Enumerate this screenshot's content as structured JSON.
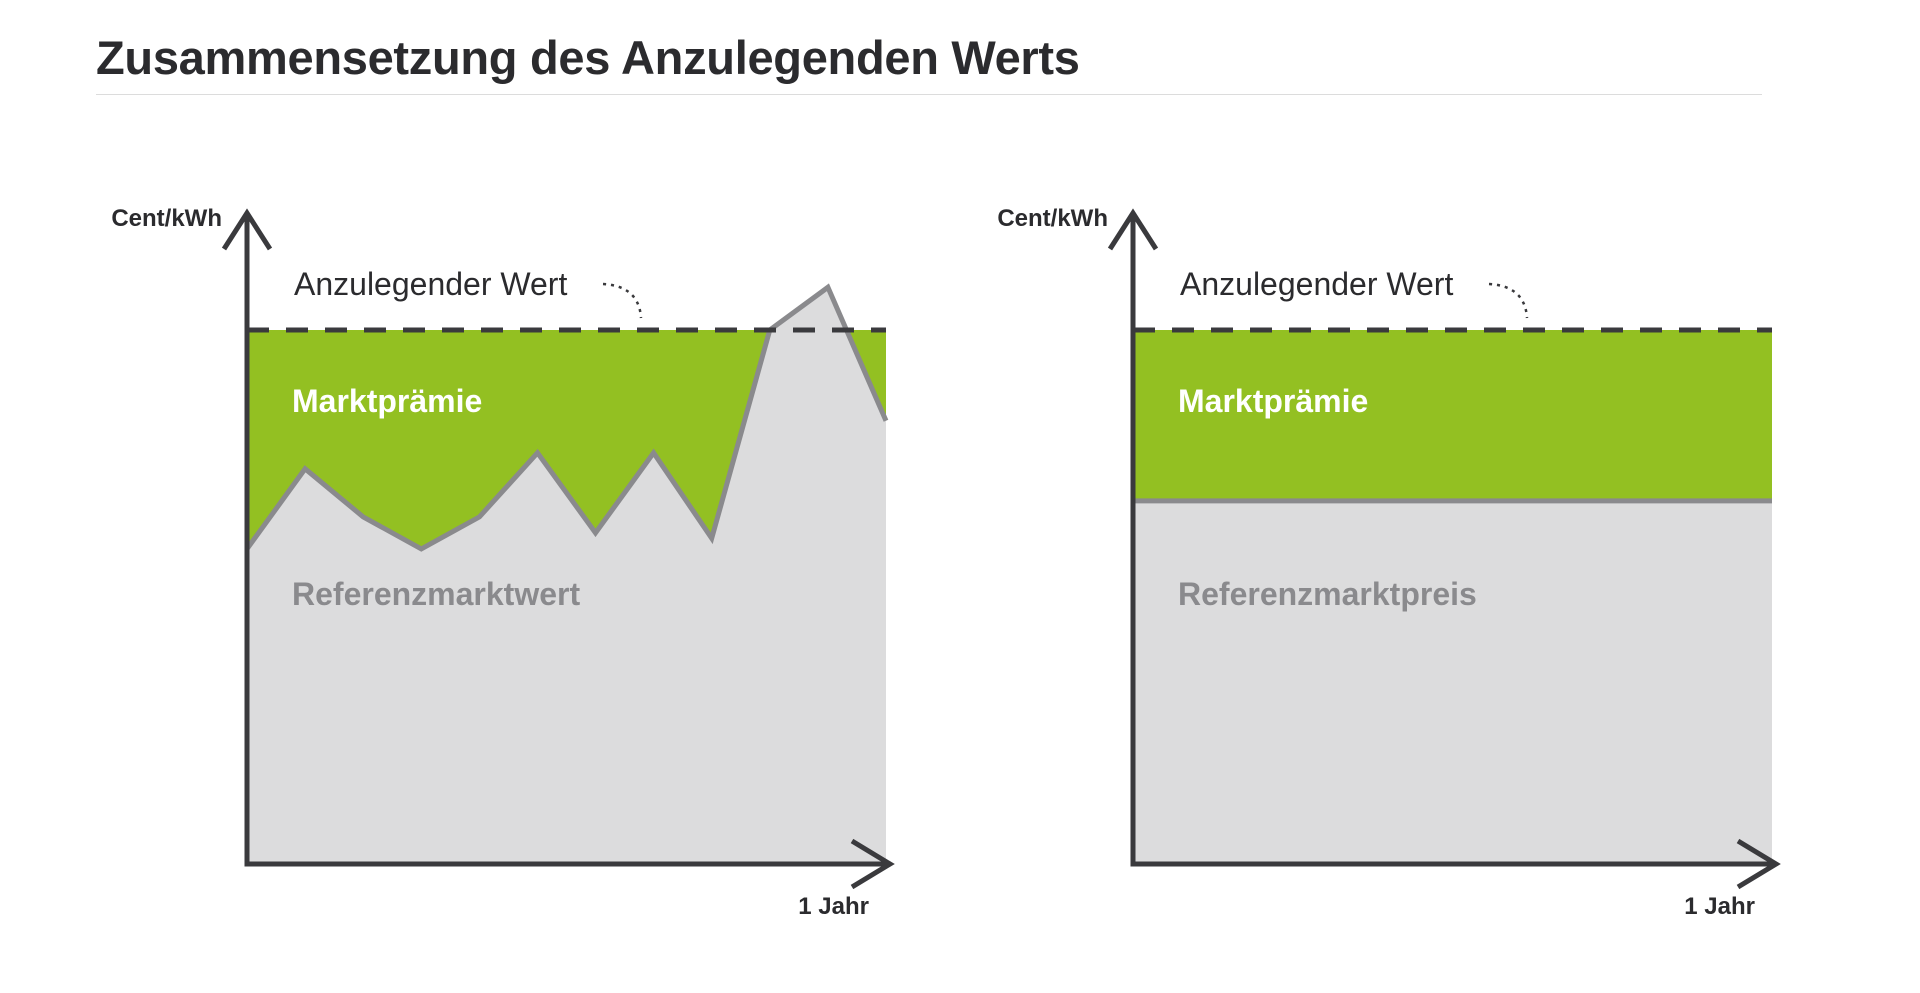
{
  "title": "Zusammensetzung des Anzulegenden Werts",
  "colors": {
    "green": "#93c022",
    "grey_area": "#dcdcdd",
    "grey_line": "#8a8a8d",
    "dark": "#3a3a3d"
  },
  "panels": [
    {
      "ylabel": "Cent/kWh",
      "xlabel": "1 Jahr",
      "dashed_label": "Anzulegender Wert",
      "green_label": "Marktprämie",
      "grey_label": "Referenzmarktwert",
      "market_profile": [
        0.59,
        0.74,
        0.65,
        0.59,
        0.65,
        0.77,
        0.62,
        0.77,
        0.61,
        1.0,
        1.08,
        0.83
      ]
    },
    {
      "ylabel": "Cent/kWh",
      "xlabel": "1 Jahr",
      "dashed_label": "Anzulegender Wert",
      "green_label": "Marktprämie",
      "grey_label": "Referenzmarktpreis",
      "market_profile": [
        0.68,
        0.68
      ]
    }
  ]
}
